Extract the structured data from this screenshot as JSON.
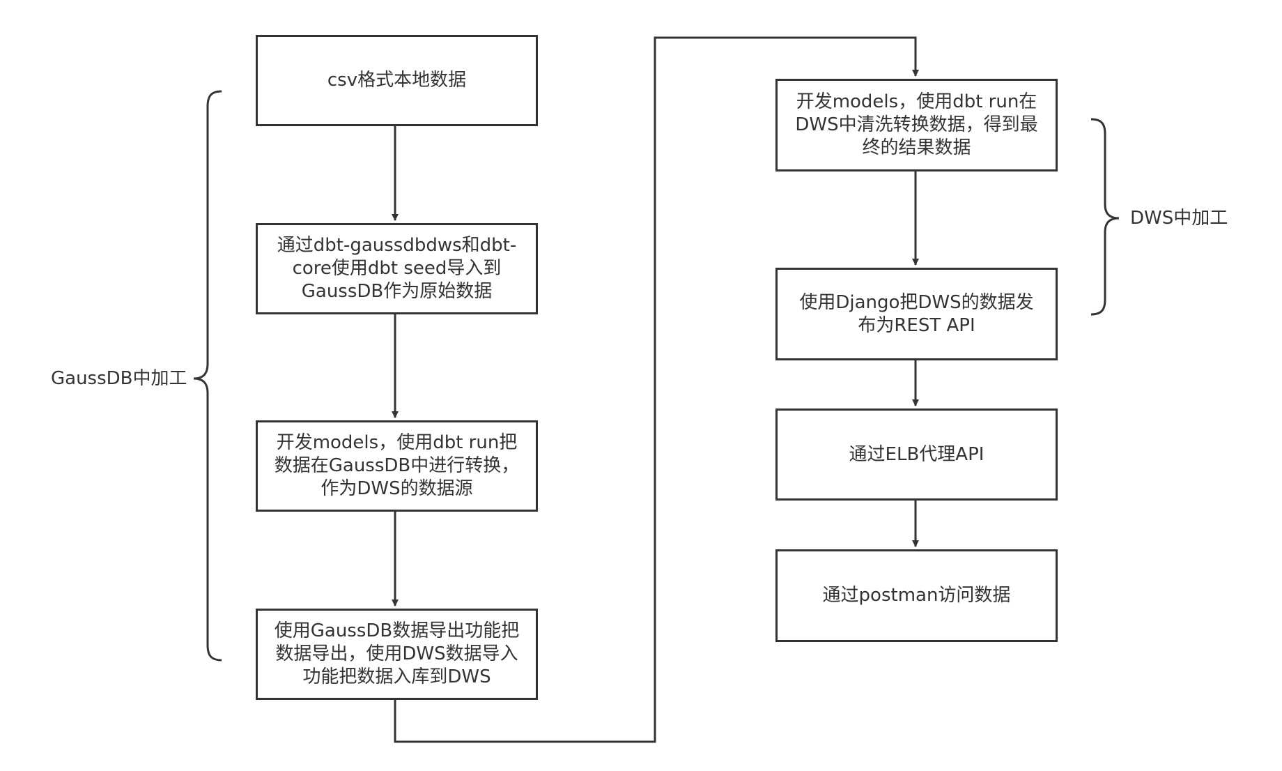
{
  "nodes": [
    {
      "id": "csv",
      "text": "csv格式本地数据"
    },
    {
      "id": "seed",
      "text": "通过dbt-gaussdbdws和dbt-core使用dbt seed导入到GaussDB作为原始数据"
    },
    {
      "id": "gauss-models",
      "text": "开发models，使用dbt run把数据在GaussDB中进行转换，作为DWS的数据源"
    },
    {
      "id": "export",
      "text": "使用GaussDB数据导出功能把数据导出，使用DWS数据导入功能把数据入库到DWS"
    },
    {
      "id": "dws-models",
      "text": "开发models，使用dbt run在DWS中清洗转换数据，得到最终的结果数据"
    },
    {
      "id": "django",
      "text": "使用Django把DWS的数据发布为REST API"
    },
    {
      "id": "elb",
      "text": "通过ELB代理API"
    },
    {
      "id": "postman",
      "text": "通过postman访问数据"
    }
  ],
  "groups": {
    "gaussdb": {
      "label": "GaussDB中加工"
    },
    "dws": {
      "label": "DWS中加工"
    }
  },
  "colors": {
    "stroke": "#333333",
    "background": "#ffffff",
    "text": "#333333"
  }
}
